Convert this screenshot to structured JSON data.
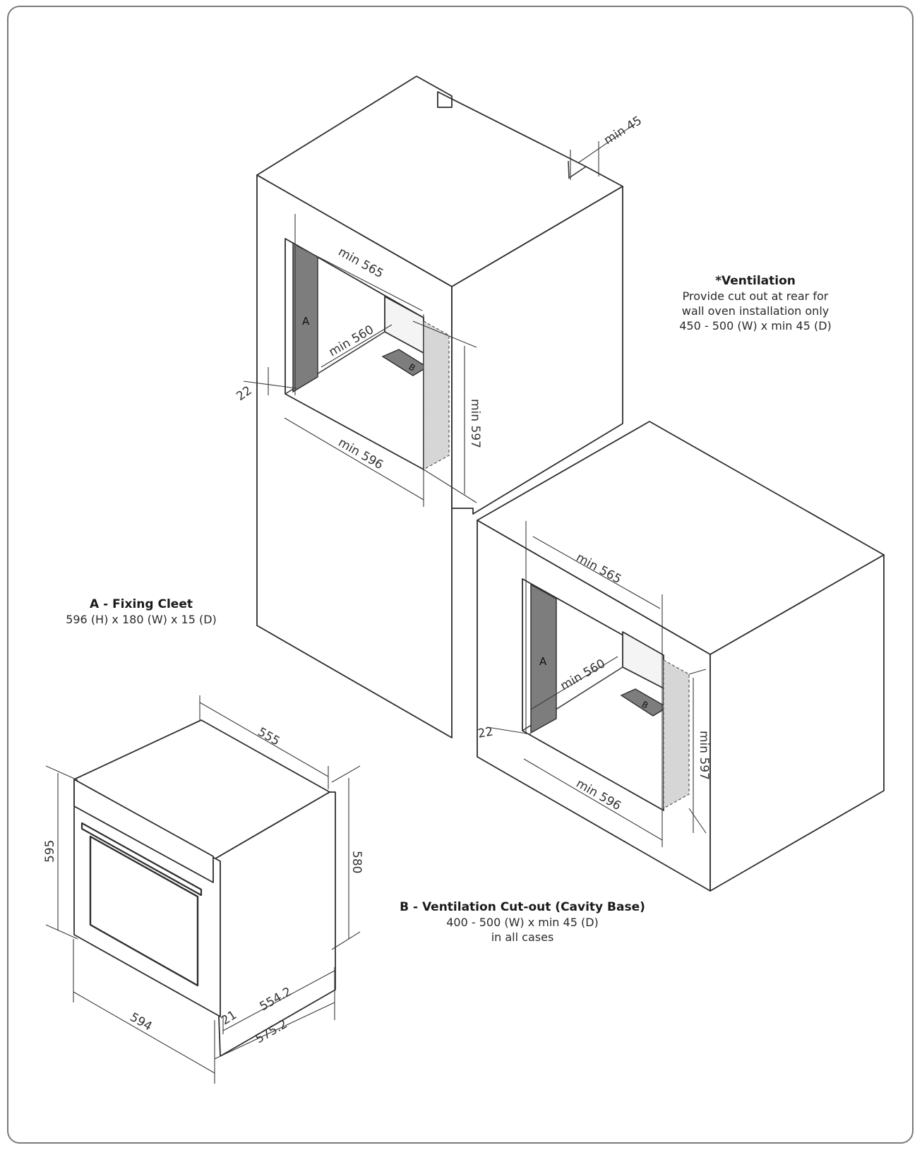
{
  "notes": {
    "ventilation": {
      "heading": "*Ventilation",
      "line1": "Provide cut out at rear for",
      "line2": "wall oven installation only",
      "line3": "450 - 500 (W) x min 45 (D)"
    },
    "fixing_cleet": {
      "heading": "A - Fixing Cleet",
      "line1": "596 (H) x 180 (W) x 15 (D)"
    },
    "ventilation_cutout": {
      "heading": "B - Ventilation Cut-out (Cavity Base)",
      "line1": "400 - 500 (W) x min 45 (D)",
      "line2": "in all cases"
    }
  },
  "tall_cabinet": {
    "min_45": "min 45",
    "min_565": "min 565",
    "min_560": "min 560",
    "min_596": "min 596",
    "min_597": "min 597",
    "gap_22": "22",
    "label_a": "A",
    "label_b": "B"
  },
  "under_bench": {
    "min_565": "min 565",
    "min_560": "min 560",
    "min_596": "min 596",
    "min_597": "min 597",
    "gap_22": "22",
    "label_a": "A",
    "label_b": "B"
  },
  "oven": {
    "depth_555": "555",
    "height_595": "595",
    "height_580": "580",
    "width_594": "594",
    "door_21": "21",
    "depth_554_2": "554.2",
    "depth_575_2": "575.2"
  }
}
